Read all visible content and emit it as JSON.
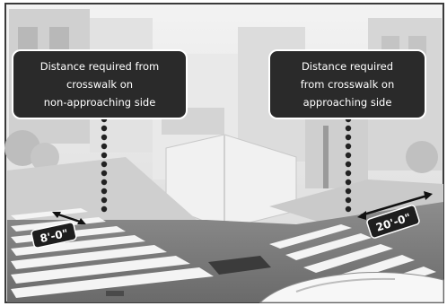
{
  "callouts": {
    "left": {
      "lines": [
        "Distance required from",
        "crosswalk on",
        "non-approaching side"
      ]
    },
    "right": {
      "lines": [
        "Distance required",
        "from crosswalk on",
        "approaching side"
      ]
    }
  },
  "dimensions": {
    "left_label": "8'-0\"",
    "right_label": "20'-0\""
  },
  "colors": {
    "callout_bg": "#2a2a2a",
    "callout_text": "#ffffff",
    "dimension_bg": "#1e1e1e"
  }
}
